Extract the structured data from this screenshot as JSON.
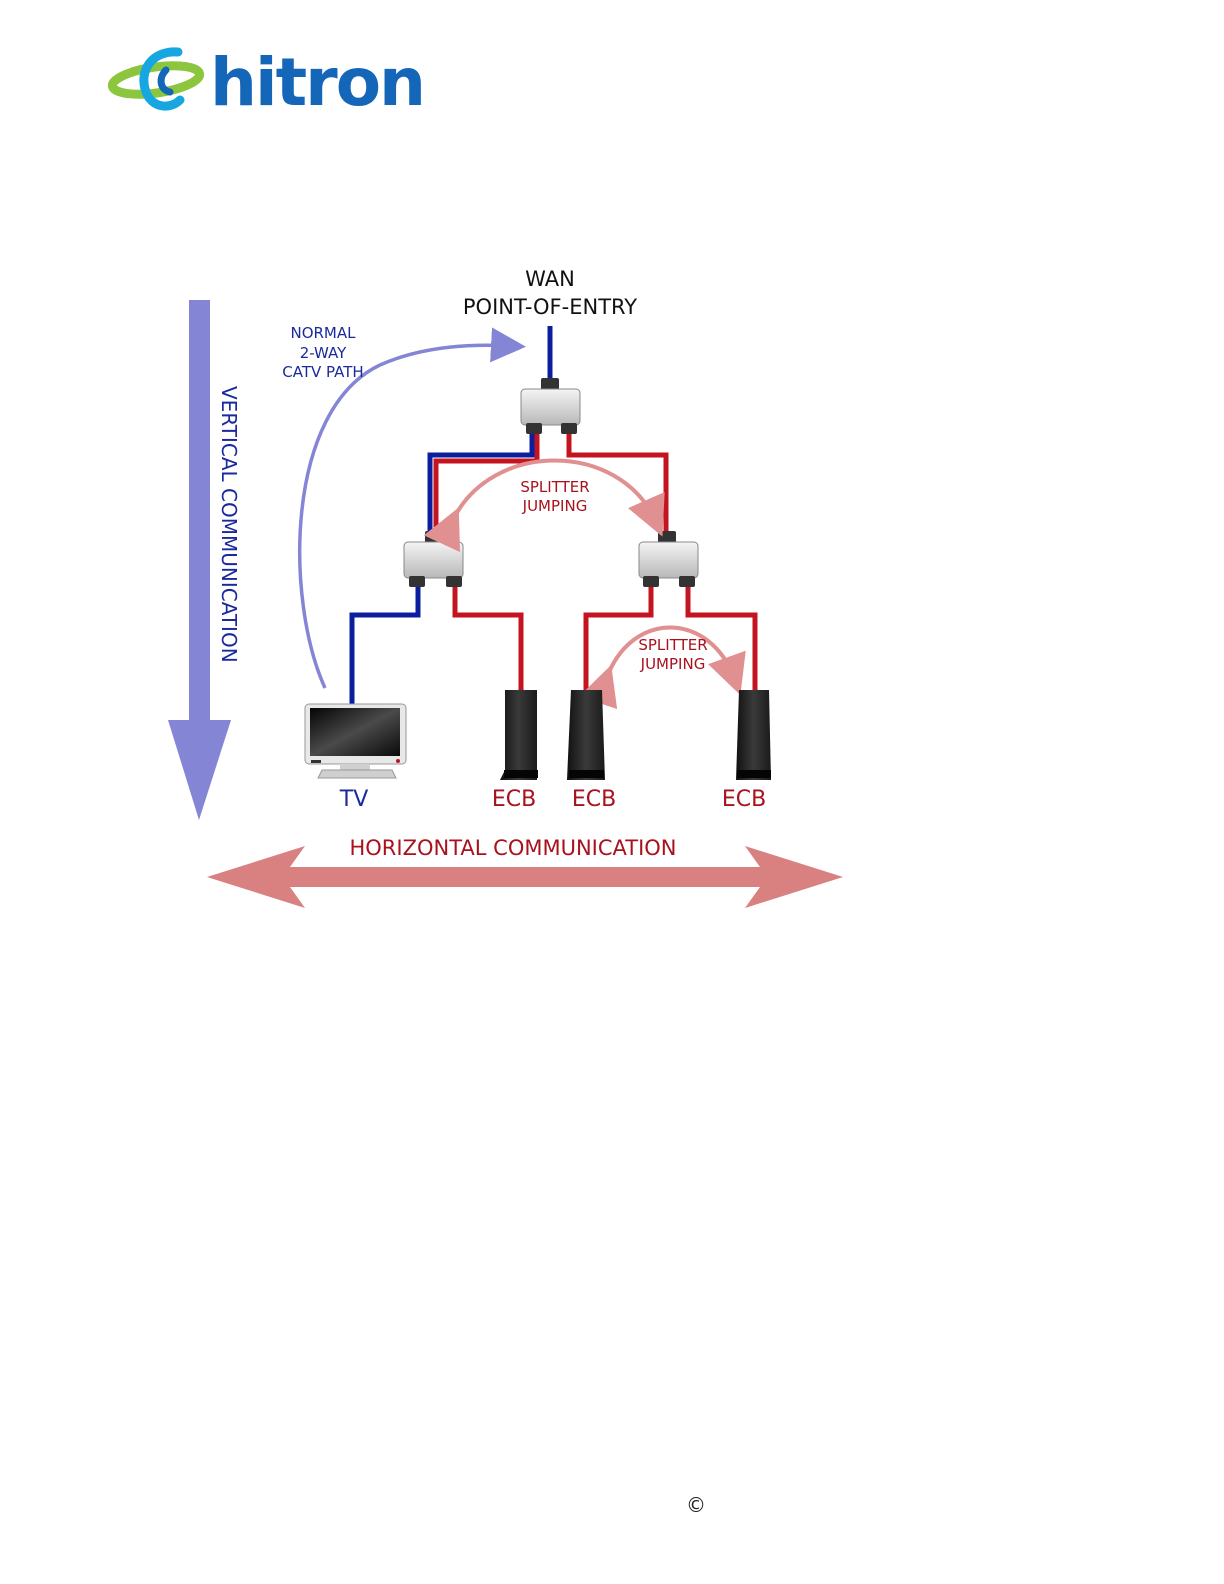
{
  "brand": {
    "logo_text": "hitron",
    "colors": {
      "blue": "#1466b8",
      "green": "#8cc63f",
      "cyan": "#16a7e0"
    }
  },
  "diagram": {
    "wan_label_1": "WAN",
    "wan_label_2": "POINT-OF-ENTRY",
    "normal_path_1": "NORMAL",
    "normal_path_2": "2-WAY",
    "normal_path_3": "CATV PATH",
    "vertical_label": "VERTICAL COMMUNICATION",
    "horizontal_label": "HORIZONTAL COMMUNICATION",
    "splitter_jumping_top_1": "SPLITTER",
    "splitter_jumping_top_2": "JUMPING",
    "splitter_jumping_bottom_1": "SPLITTER",
    "splitter_jumping_bottom_2": "JUMPING",
    "tv_label": "TV",
    "ecb_labels": [
      "ECB",
      "ECB",
      "ECB"
    ],
    "colors": {
      "catv_blue": "#0b1f9e",
      "coax_red": "#c41420",
      "vertical_arrow": "#8585d6",
      "horizontal_arrow": "#d98080",
      "jump_arrow": "#e09090",
      "label_blue": "#1a2a9c",
      "label_red": "#a8121c"
    }
  },
  "footer": {
    "copyright_symbol": "©"
  }
}
